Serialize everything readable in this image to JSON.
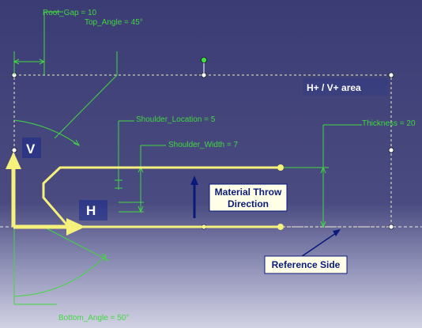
{
  "annotations": {
    "root_gap": "Root_Gap = 10",
    "top_angle": "Top_Angle = 45°",
    "shoulder_location": "Shoulder_Location = 5",
    "shoulder_width": "Shoulder_Width = 7",
    "thickness": "Thickness = 20",
    "bottom_angle": "Bottom_Angle = 50°"
  },
  "labels": {
    "area": "H+ / V+ area",
    "axis_v": "V",
    "axis_h": "H",
    "material_throw_line1": "Material Throw",
    "material_throw_line2": "Direction",
    "reference_side": "Reference Side"
  },
  "colors": {
    "background_top": "#3b3c74",
    "background_bottom": "#d2d2e4",
    "dimension_green": "#40d840",
    "profile_yellow": "#f6f07c",
    "arrow_navy": "#0a1a7a",
    "label_box_fill": "#ffffe8"
  }
}
